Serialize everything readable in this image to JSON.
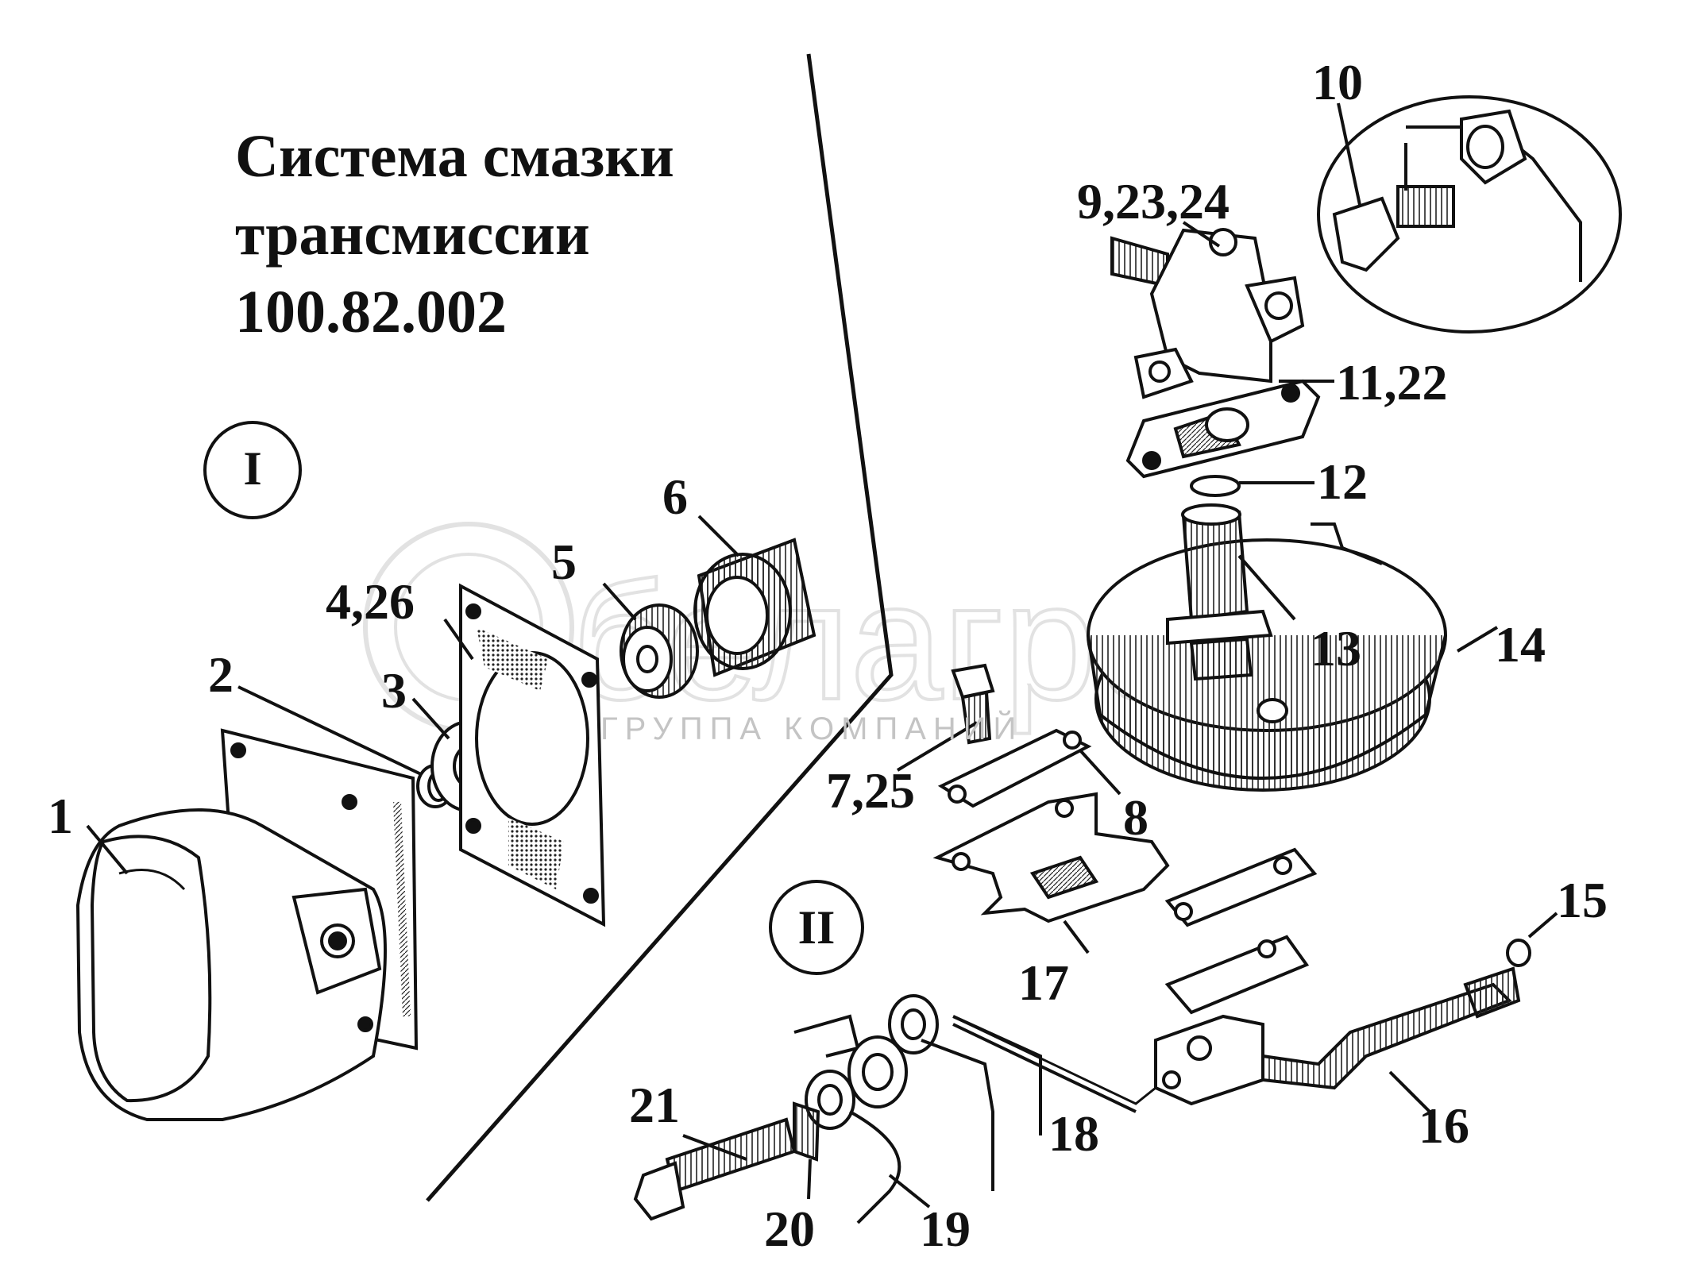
{
  "title": {
    "line1": "Система смазки",
    "line2": "трансмиссии",
    "line3": "100.82.002"
  },
  "groups": {
    "group1": "I",
    "group2": "II"
  },
  "callouts": {
    "c1": "1",
    "c2": "2",
    "c3": "3",
    "c4": "4,26",
    "c5": "5",
    "c6": "6",
    "c7": "7,25",
    "c8": "8",
    "c9": "9,23,24",
    "c10": "10",
    "c11": "11,22",
    "c12": "12",
    "c13": "13",
    "c14": "14",
    "c15": "15",
    "c16": "16",
    "c17": "17",
    "c18": "18",
    "c19": "19",
    "c20": "20",
    "c21": "21"
  },
  "watermark": {
    "brand": "белагро",
    "subtitle": "ГРУППА КОМПАНИЙ"
  }
}
